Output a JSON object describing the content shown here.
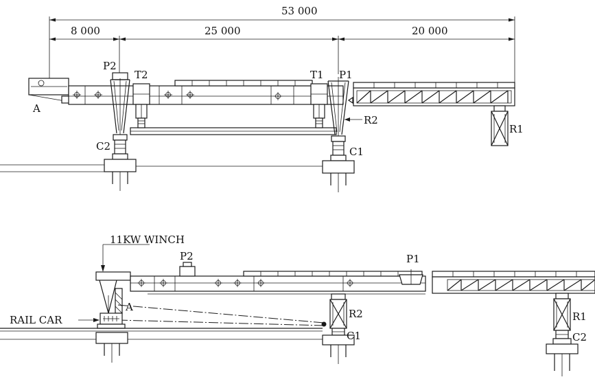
{
  "dimensions": {
    "total": "53 000",
    "seg1": "8 000",
    "seg2": "25 000",
    "seg3": "20 000"
  },
  "top_view": {
    "p2": "P2",
    "t2": "T2",
    "t1": "T1",
    "p1": "P1",
    "a": "A",
    "r2": "R2",
    "r1": "R1",
    "c2": "C2",
    "c1": "C1"
  },
  "bottom_view": {
    "winch": "11KW WINCH",
    "p2": "P2",
    "p1": "P1",
    "a": "A",
    "r2": "R2",
    "r1": "R1",
    "rail_car": "RAIL CAR",
    "c1": "C1",
    "c2": "C2"
  },
  "colors": {
    "line": "#1a1a1a",
    "background": "#ffffff"
  }
}
